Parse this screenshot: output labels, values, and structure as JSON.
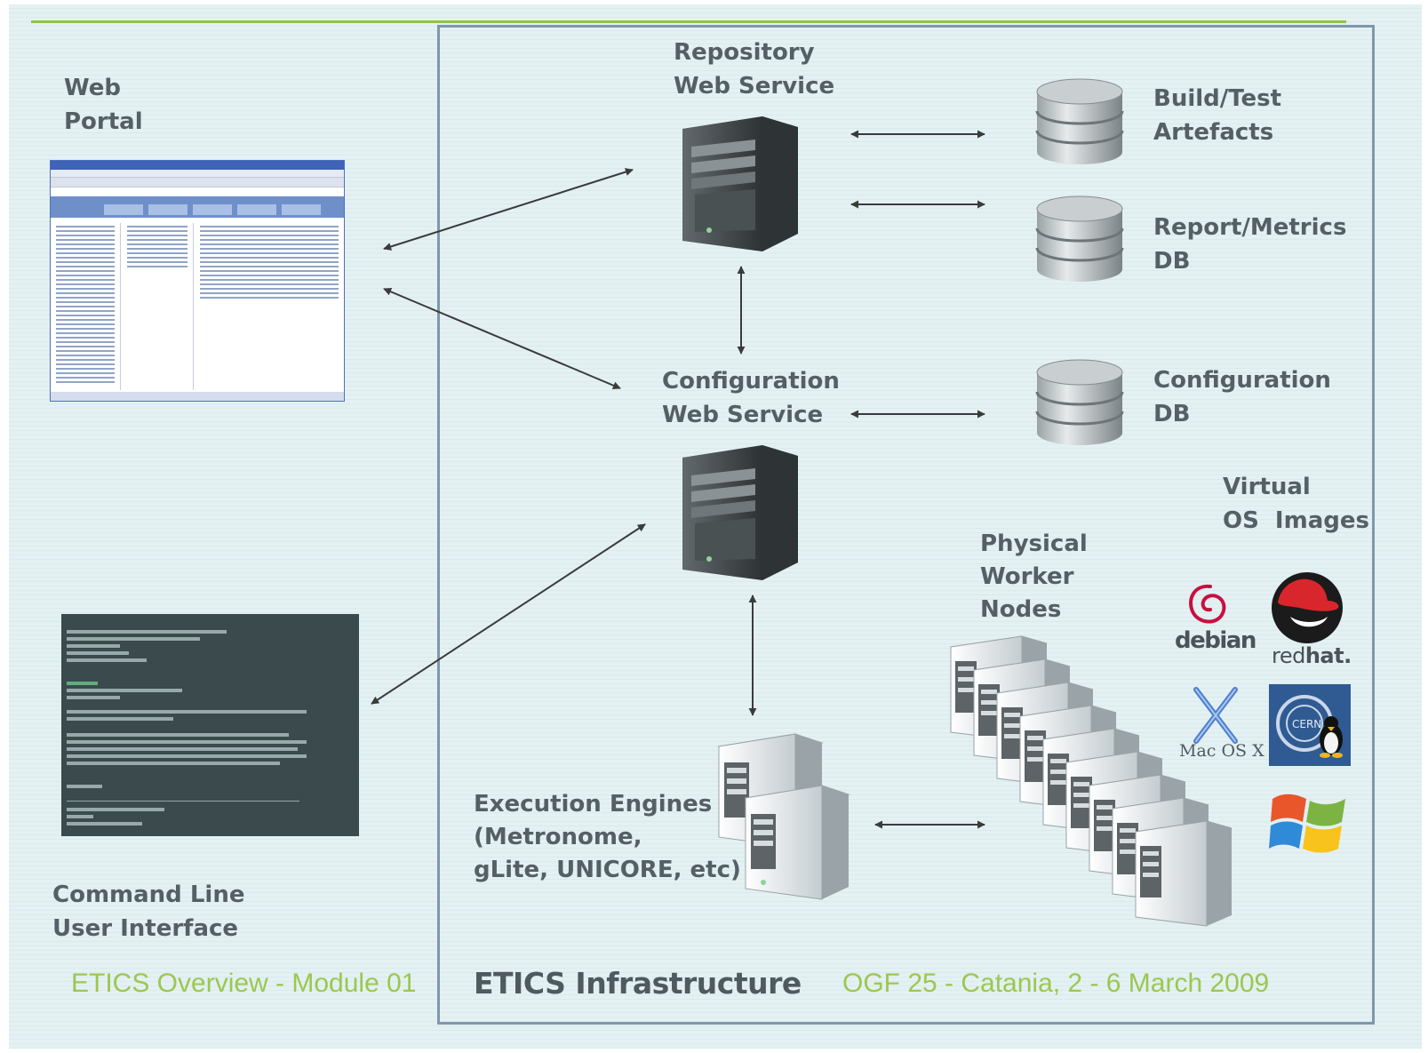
{
  "labels": {
    "web_portal": [
      "Web",
      "Portal"
    ],
    "repository_ws": [
      "Repository",
      "Web Service"
    ],
    "configuration_ws": [
      "Configuration",
      "Web Service"
    ],
    "build_test": [
      "Build/Test",
      "Artefacts"
    ],
    "report_metrics": [
      "Report/Metrics",
      "DB"
    ],
    "configuration_db": [
      "Configuration",
      "DB"
    ],
    "virtual_os": [
      "Virtual",
      "OS  Images"
    ],
    "physical_nodes": [
      "Physical",
      "Worker",
      "Nodes"
    ],
    "execution_engines": [
      "Execution Engines",
      "(Metronome,",
      "gLite, UNICORE, etc)"
    ],
    "command_line": [
      "Command Line",
      "User Interface"
    ]
  },
  "os_logos": {
    "debian": "debian",
    "redhat_prefix": "red",
    "redhat_suffix": "hat.",
    "macos": "Mac OS X",
    "cern": "CERN"
  },
  "footer": {
    "left": "ETICS Overview - Module 01",
    "title": "ETICS Infrastructure",
    "right": "OGF 25 - Catania, 2 - 6 March 2009"
  },
  "colors": {
    "background": "#e4f1f3",
    "frame": "#7f97ad",
    "accent_green": "#9cc74f",
    "label_text": "#555f66",
    "arrows": "#3b3b3b"
  }
}
